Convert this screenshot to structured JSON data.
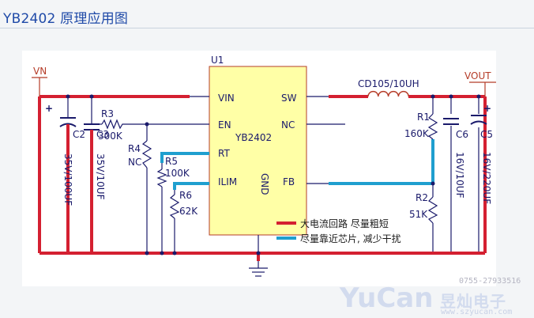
{
  "page_title": "YB2402 原理应用图",
  "chip": {
    "ref": "U1",
    "name": "YB2402",
    "pins": {
      "vin": "VIN",
      "en": "EN",
      "rt": "RT",
      "ilim": "ILIM",
      "sw": "SW",
      "nc": "NC",
      "fb": "FB",
      "gnd": "GND"
    }
  },
  "nets": {
    "vin": "VN",
    "vout": "VOUT"
  },
  "components": {
    "c2": {
      "ref": "C2",
      "value": "35V/100UF"
    },
    "c3": {
      "ref": "C3",
      "value": "35V/10UF"
    },
    "r3": {
      "ref": "R3",
      "value": "300K"
    },
    "r4": {
      "ref": "R4",
      "value": "NC"
    },
    "r5": {
      "ref": "R5",
      "value": "100K"
    },
    "r6": {
      "ref": "R6",
      "value": "62K"
    },
    "l1": {
      "value": "CD105/10UH"
    },
    "r1": {
      "ref": "R1",
      "value": "160K"
    },
    "r2": {
      "ref": "R2",
      "value": "51K"
    },
    "c6": {
      "ref": "C6",
      "value": "16V/10UF"
    },
    "c5": {
      "ref": "C5",
      "value": "16V/220UF"
    }
  },
  "polarity_mark": "+",
  "legend": [
    {
      "text": "大电流回路 尽量粗短",
      "color": "#d42031"
    },
    {
      "text": "尽量靠近芯片, 减少干扰",
      "color": "#1f9fcf"
    }
  ],
  "colors": {
    "wire": "#1a1a6b",
    "high_current": "#d42031",
    "near_chip": "#1f9fcf",
    "chip_fill": "#ffffa6",
    "chip_border": "#b53c28"
  },
  "watermark": {
    "phone": "0755-27933516",
    "brand_en": "YuCan",
    "brand_cn": "昱灿电子",
    "url": "www.szyucan.com"
  }
}
